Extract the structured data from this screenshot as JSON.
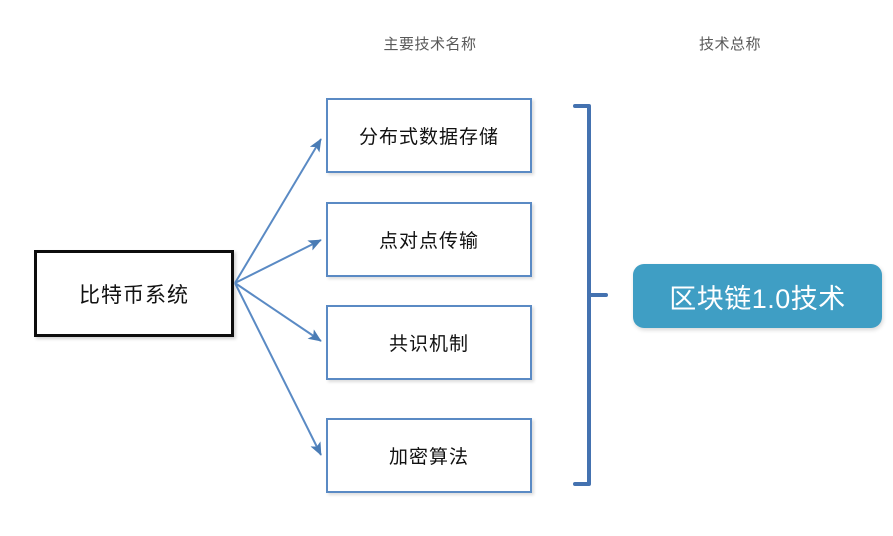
{
  "diagram": {
    "title_columns": {
      "main_tech": "主要技术名称",
      "overall_tech": "技术总称"
    },
    "source_node": {
      "label": "比特币系统",
      "border_color": "#0d0d0d",
      "fill_color": "#ffffff"
    },
    "tech_nodes": [
      {
        "label": "分布式数据存储"
      },
      {
        "label": "点对点传输"
      },
      {
        "label": "共识机制"
      },
      {
        "label": "加密算法"
      }
    ],
    "summary_badge": {
      "label": "区块链1.0技术",
      "fill_color": "#3f9ec4",
      "text_color": "#ffffff"
    },
    "connector": {
      "arrow_color": "#5a8ac4",
      "bracket_color": "#4472b0",
      "arrow_count": 4
    },
    "header_text_color": "#595959"
  }
}
